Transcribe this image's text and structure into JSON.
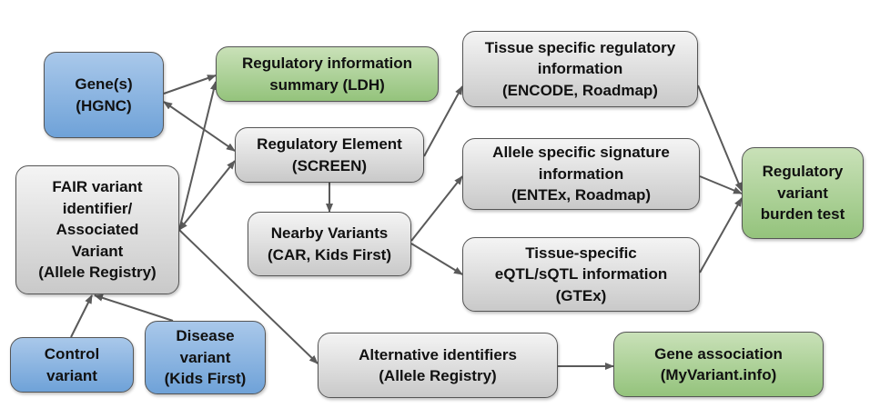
{
  "nodes": {
    "genes": {
      "label": "Gene(s)\n(HGNC)"
    },
    "fair": {
      "label": "FAIR variant\nidentifier/\nAssociated\nVariant\n(Allele Registry)"
    },
    "control": {
      "label": "Control\nvariant"
    },
    "disease": {
      "label": "Disease\nvariant\n(Kids First)"
    },
    "ldh": {
      "label": "Regulatory information\nsummary (LDH)"
    },
    "screen": {
      "label": "Regulatory Element\n(SCREEN)"
    },
    "nearby": {
      "label": "Nearby Variants\n(CAR, Kids First)"
    },
    "altid": {
      "label": "Alternative identifiers\n(Allele Registry)"
    },
    "tissue_reg": {
      "label": "Tissue specific regulatory\ninformation\n(ENCODE, Roadmap)"
    },
    "allele_sig": {
      "label": "Allele specific signature\ninformation\n(ENTEx, Roadmap)"
    },
    "eqtl": {
      "label": "Tissue-specific\neQTL/sQTL information\n(GTEx)"
    },
    "gene_assoc": {
      "label": "Gene association\n(MyVariant.info)"
    },
    "burden": {
      "label": "Regulatory\nvariant\nburden test"
    }
  },
  "colors": {
    "blue": "#6fa2d8",
    "gray": "#c9c9c9",
    "green": "#94c37c",
    "edge": "#5a5a5a"
  },
  "edges": [
    {
      "from": "genes",
      "to": "ldh",
      "bidirectional": false
    },
    {
      "from": "genes",
      "to": "screen",
      "bidirectional": true
    },
    {
      "from": "fair",
      "to": "ldh",
      "bidirectional": false
    },
    {
      "from": "fair",
      "to": "screen",
      "bidirectional": true
    },
    {
      "from": "fair",
      "to": "altid",
      "bidirectional": false
    },
    {
      "from": "control",
      "to": "fair",
      "bidirectional": false
    },
    {
      "from": "disease",
      "to": "fair",
      "bidirectional": false
    },
    {
      "from": "screen",
      "to": "nearby",
      "bidirectional": false
    },
    {
      "from": "screen",
      "to": "tissue_reg",
      "bidirectional": false
    },
    {
      "from": "nearby",
      "to": "allele_sig",
      "bidirectional": false
    },
    {
      "from": "nearby",
      "to": "eqtl",
      "bidirectional": false
    },
    {
      "from": "tissue_reg",
      "to": "burden",
      "bidirectional": false
    },
    {
      "from": "allele_sig",
      "to": "burden",
      "bidirectional": false
    },
    {
      "from": "eqtl",
      "to": "burden",
      "bidirectional": false
    },
    {
      "from": "altid",
      "to": "gene_assoc",
      "bidirectional": false
    }
  ]
}
